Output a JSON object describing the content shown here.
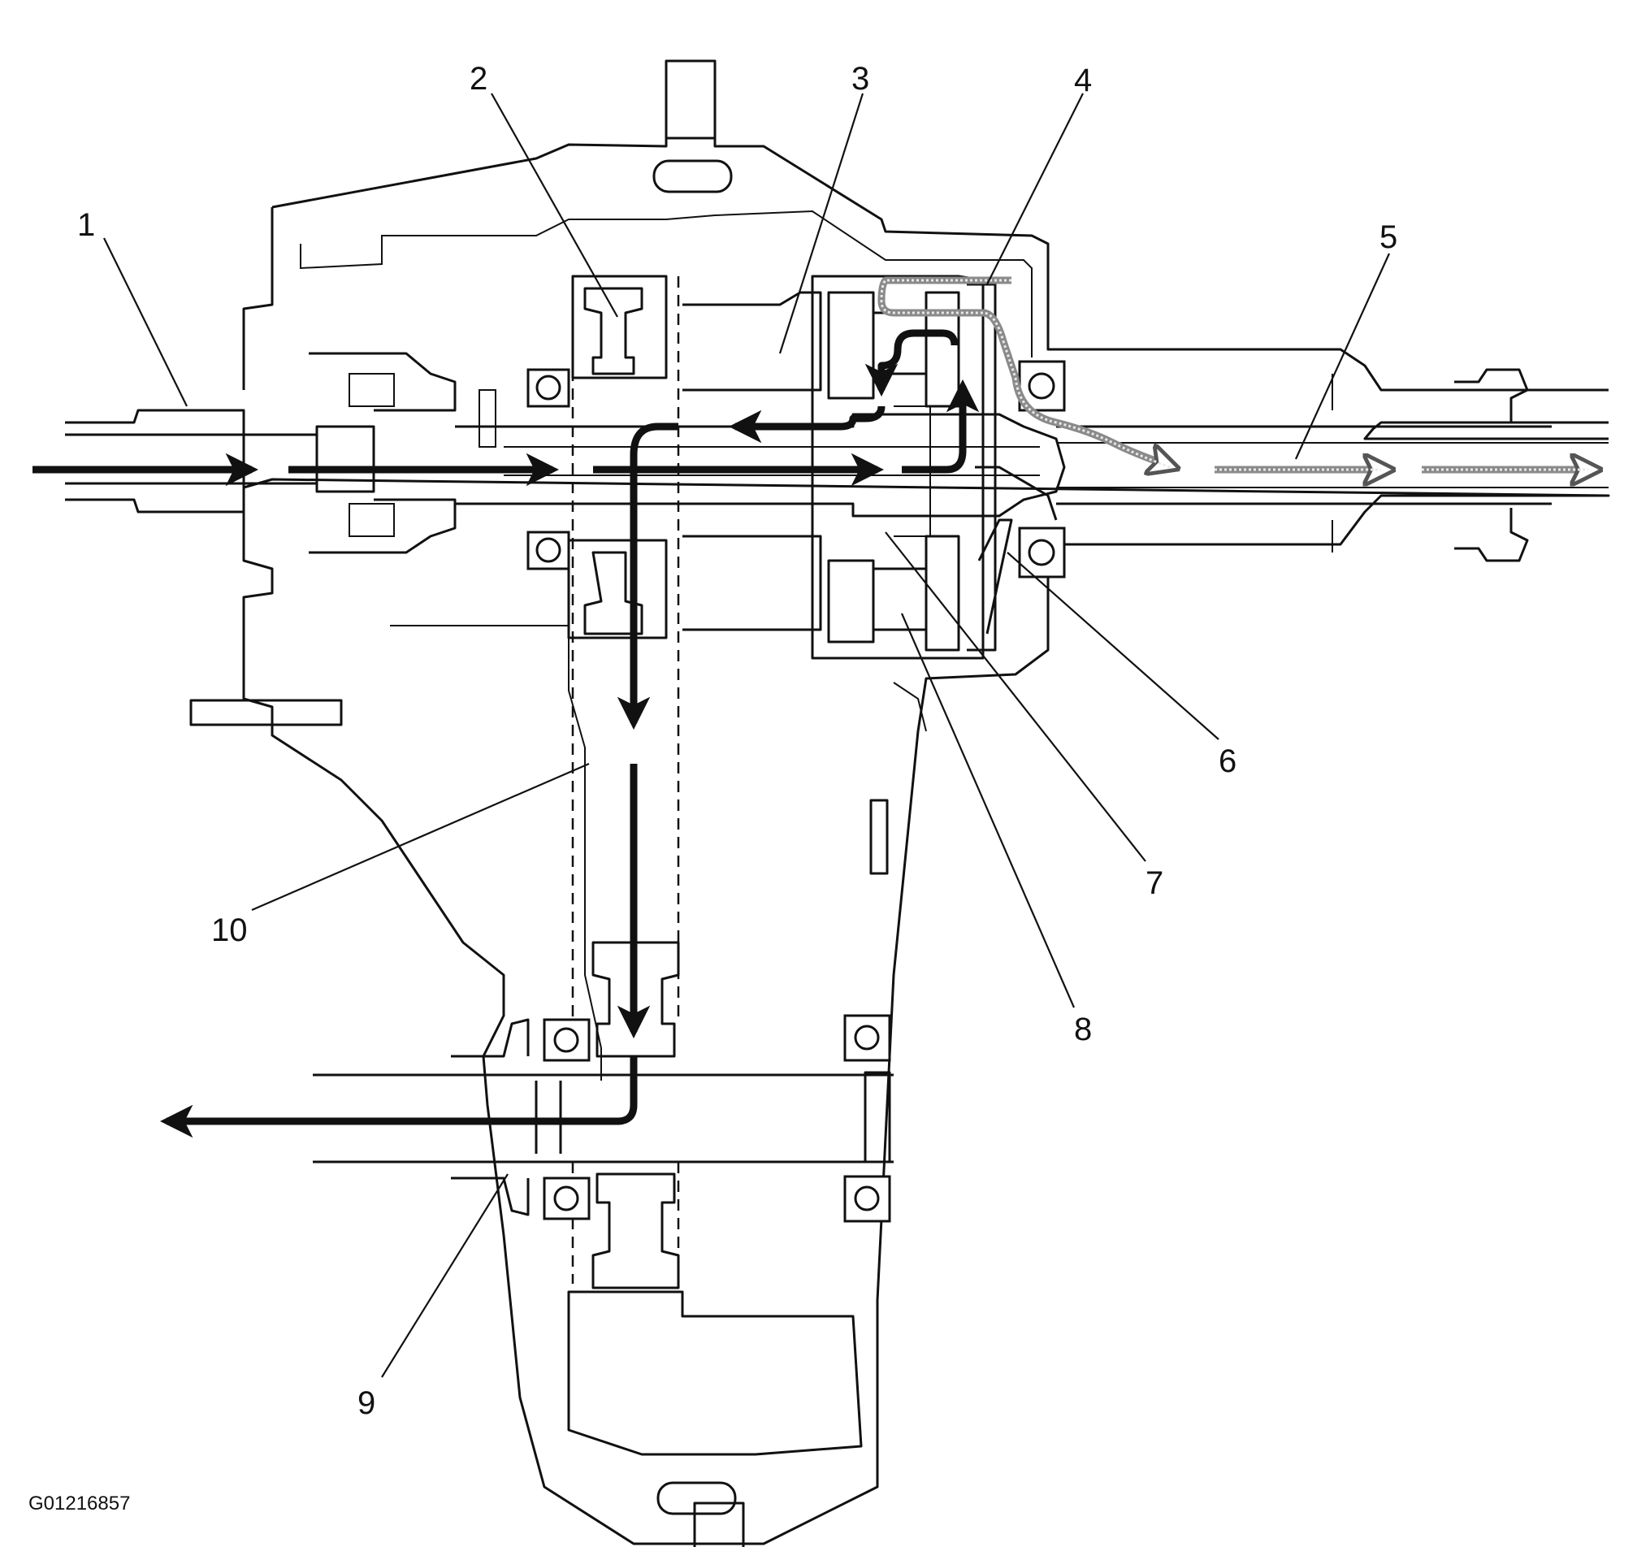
{
  "figure": {
    "id_label": "G01216857"
  },
  "callouts": [
    {
      "label": "1"
    },
    {
      "label": "2"
    },
    {
      "label": "3"
    },
    {
      "label": "4"
    },
    {
      "label": "5"
    },
    {
      "label": "6"
    },
    {
      "label": "7"
    },
    {
      "label": "8"
    },
    {
      "label": "9"
    },
    {
      "label": "10"
    }
  ],
  "colors": {
    "line": "#111111",
    "primary_flow": "#111111",
    "secondary_flow": "#8a8a8a",
    "background": "#ffffff"
  }
}
